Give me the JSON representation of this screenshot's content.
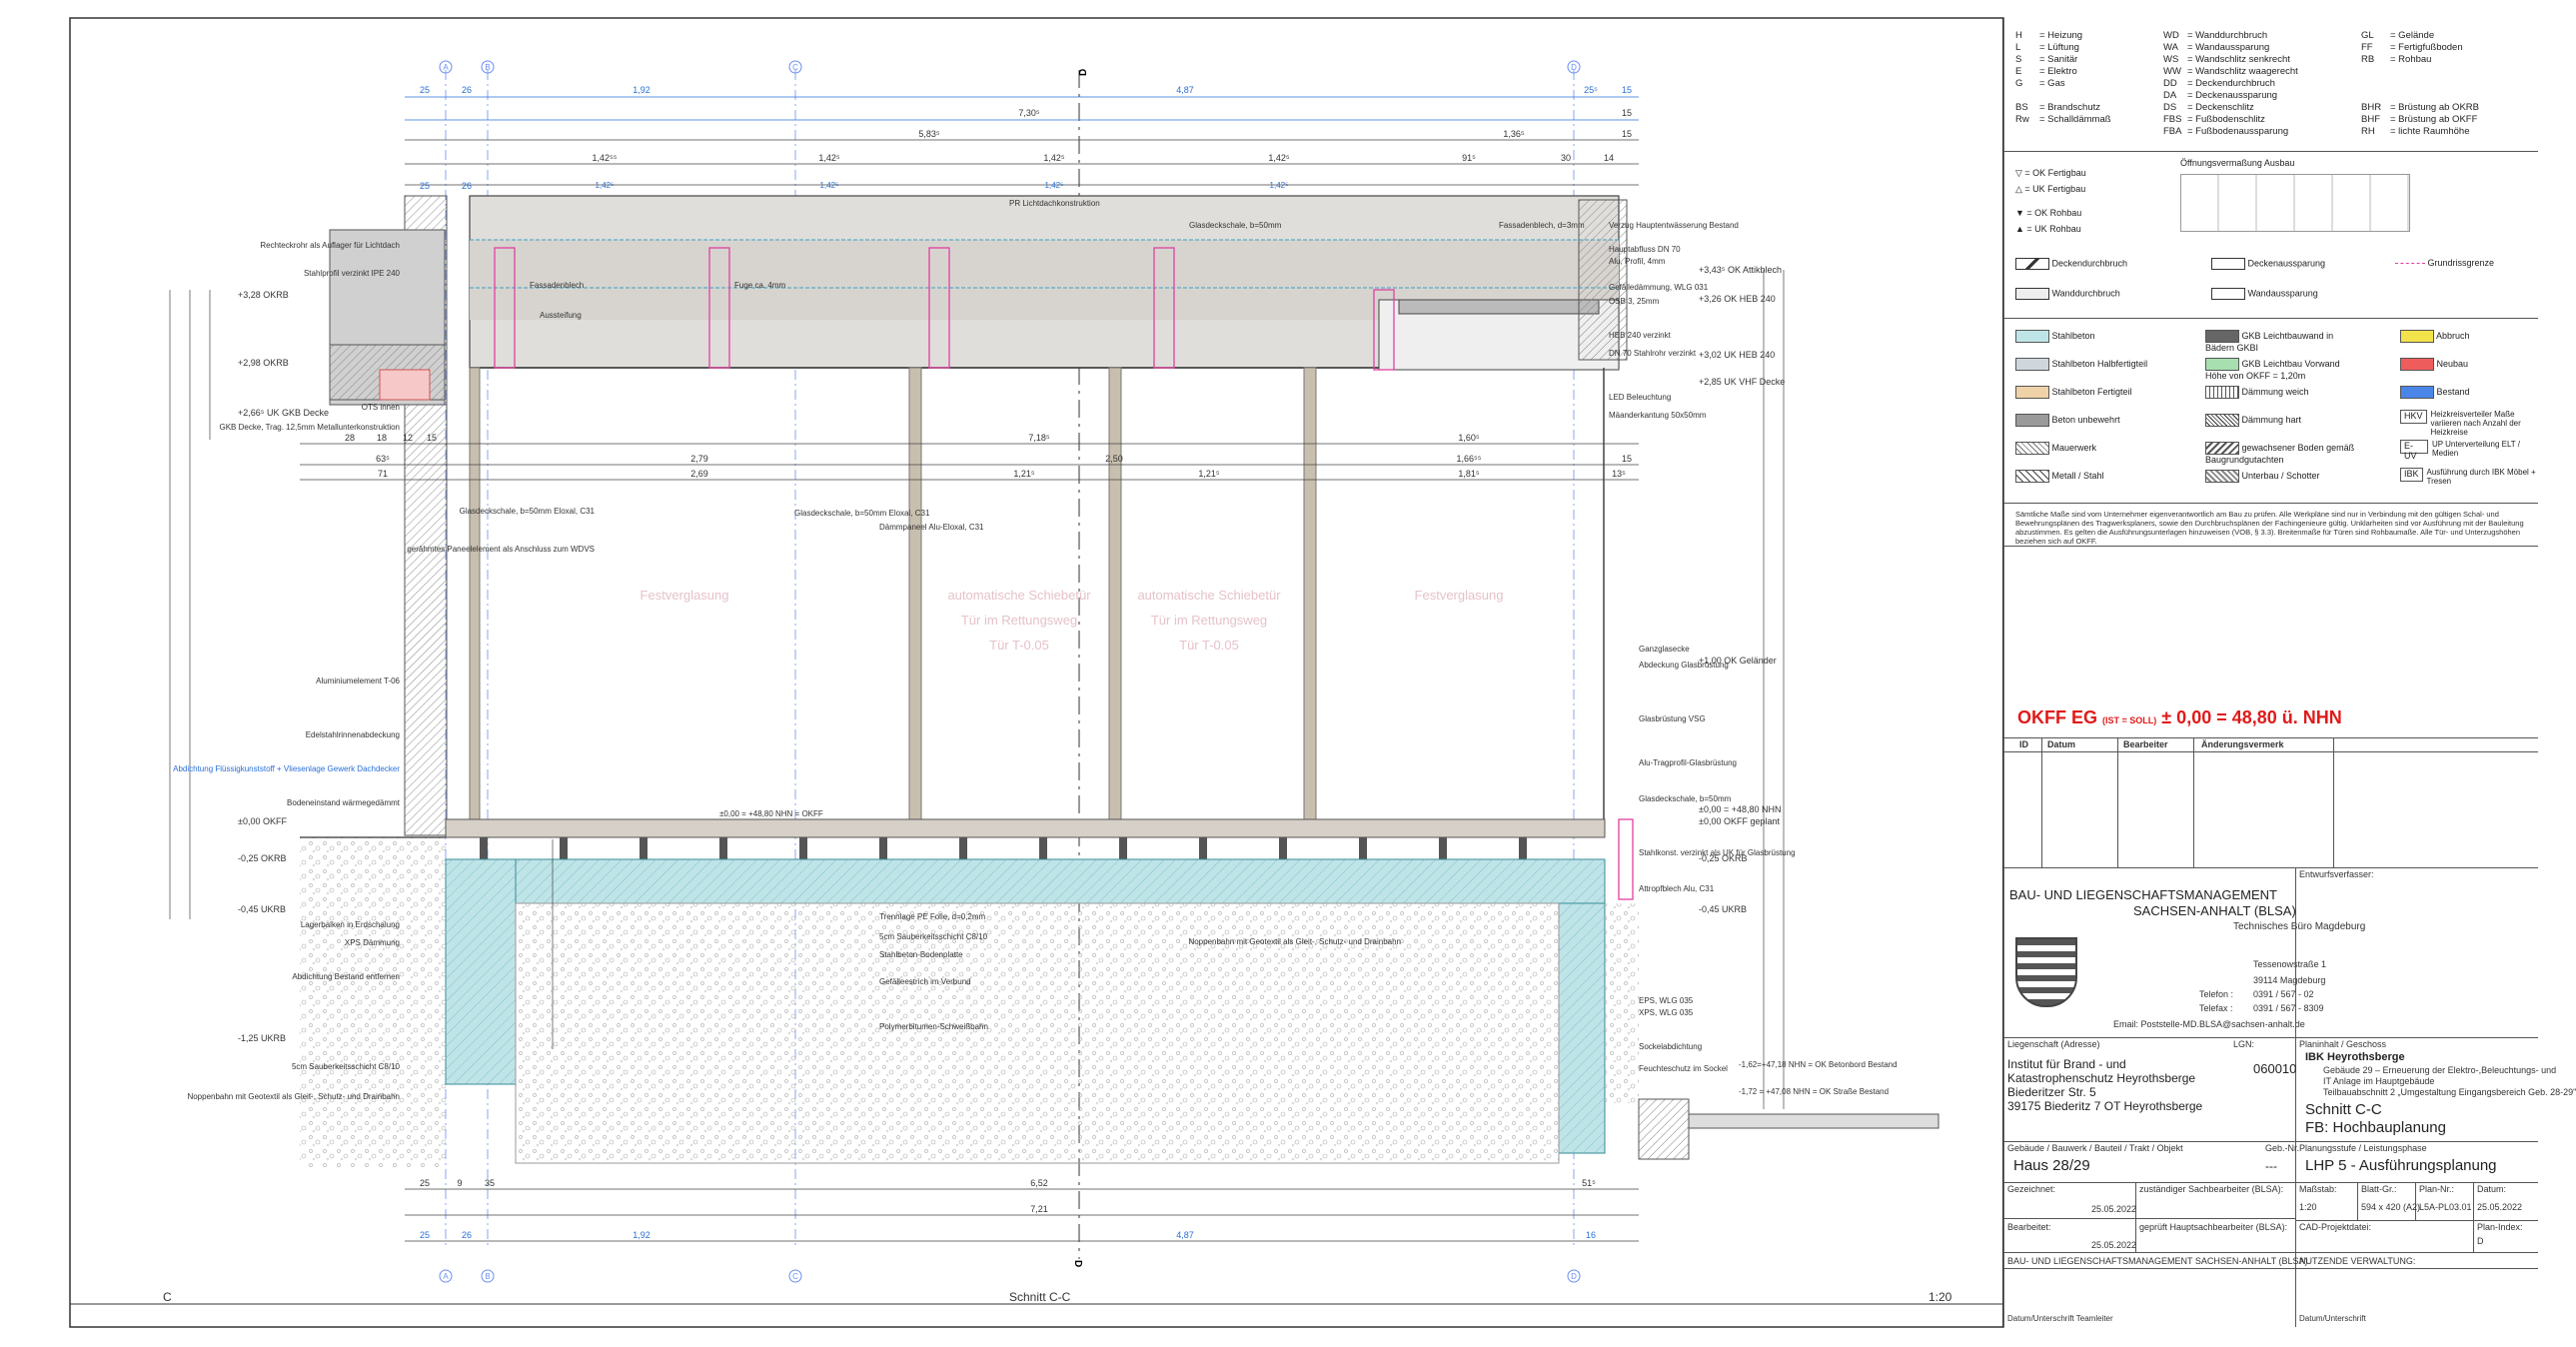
{
  "drawing": {
    "axes_top": [
      "A",
      "B",
      "C",
      "D",
      "D"
    ],
    "section_marker": "D",
    "dims_row1": [
      "25",
      "26",
      "1,92",
      "4,87",
      "25⁵",
      "15"
    ],
    "dims_row2": [
      "7,30⁵",
      "15"
    ],
    "dims_row3": [
      "5,83⁵",
      "1,36⁵",
      "15"
    ],
    "dims_row4": [
      "1,42⁵⁵",
      "1,42⁵",
      "1,42⁵",
      "1,42⁵",
      "91⁵",
      "30",
      "14"
    ],
    "dims_row5": [
      "1,42⁵",
      "1,42⁵",
      "1,42⁵",
      "1,42⁵"
    ],
    "dims_mid1": [
      "28",
      "18",
      "12",
      "15",
      "7,18⁵",
      "1,60⁵"
    ],
    "dims_mid2": [
      "63⁵",
      "2,79",
      "2,50",
      "1,66⁵⁵",
      "15"
    ],
    "dims_mid3": [
      "71",
      "2,69",
      "1,21⁵",
      "1,21⁵",
      "1,81⁵",
      "13⁵"
    ],
    "dims_bottom1": [
      "25",
      "9",
      "35",
      "6,52",
      "51⁵"
    ],
    "dims_bottom2": [
      "7,21"
    ],
    "dims_bottom3": [
      "25",
      "26",
      "1,92",
      "4,87",
      "16"
    ],
    "levels_left": [
      "+3,28 OKRB",
      "+2,98 OKRB",
      "+2,66⁵ UK GKB Decke",
      "±0,00 OKFF",
      "-0,25 OKRB",
      "-0,45 UKRB",
      "-1,25 UKRB"
    ],
    "levels_right": [
      "+3,43⁵ OK Attikblech",
      "+3,26 OK HEB 240",
      "+3,02 UK HEB 240",
      "+2,85 UK VHF Decke",
      "+1,00 OK Geländer",
      "±0,00 = +48,80 NHN",
      "±0,00 OKFF geplant",
      "-0,25 OKRB",
      "-0,45 UKRB",
      "-1,62=+47,18 NHN = OK Betonbord Bestand",
      "-1,72 = +47,08 NHN = OK Straße Bestand"
    ],
    "glazing": [
      "Festverglasung",
      "automatische Schiebetür",
      "Tür im Rettungsweg",
      "Tür T-0.05",
      "automatische Schiebetür",
      "Tür im Rettungsweg",
      "Tür T-0.05",
      "Festverglasung"
    ],
    "notes_left": [
      "Rechteckrohr als Auflager für Lichtdach",
      "Stahlprofil verzinkt IPE 240",
      "GKB Decke, Trag. 12,5mm Metallunterkonstruktion",
      "OTS innen",
      "Glasdeckschale, b=50mm Eloxal, C31",
      "gerähmtes Paneelelement als Anschluss zum WDVS",
      "Aluminiumelement T-06",
      "Edelstahlrinnenabdeckung",
      "Abdichtung Flüssigkunststoff + Vliesenlage Gewerk Dachdecker",
      "Bodeneinstand wärmegedämmt",
      "Lagerbalken in Erdschalung",
      "XPS Dämmung",
      "Abdichtung Bestand entfernen",
      "5cm Sauberkeitsschicht C8/10",
      "Noppenbahn mit Geotextil als Gleit-, Schutz- und Drainbahn"
    ],
    "notes_center": [
      "PR Lichtdachkonstruktion",
      "Glasdeckschale, b=50mm",
      "Fassadenblech",
      "Aussteifung",
      "Fuge ca. 4mm",
      "Glasdeckschale, b=50mm Eloxal, C31",
      "Dämmpaneel Alu-Eloxal, C31",
      "Trennlage PE Folie, d=0,2mm",
      "5cm Sauberkeitsschicht C8/10",
      "Stahlbeton-Bodenplatte",
      "Gefälleestrich im Verbund",
      "Polymerbitumen-Schweißbahn"
    ],
    "notes_right": [
      "Verzug Hauptentwässerung Bestand",
      "Fassadenblech, d=3mm",
      "Hauptabfluss DN 70",
      "Alu, Profil, 4mm",
      "Gefälledämmung, WLG 031",
      "OSB 3, 25mm",
      "HEB 240 verzinkt",
      "DN 70 Stahlrohr verzinkt",
      "LED Beleuchtung",
      "Mäanderkantung 50x50mm",
      "Ganzglasecke",
      "Abdeckung Glasbrüstung",
      "Glasbrüstung VSG",
      "Alu-Tragprofil-Glasbrüstung",
      "Glasdeckschale, b=50mm",
      "Stahlkonst. verzinkt als UK für Glasbrüstung",
      "Attropfblech Alu, C31",
      "Noppenbahn mit Geotextil als Gleit-, Schutz- und Drainbahn",
      "EPS, WLG 035",
      "XPS, WLG 035",
      "Sockelabdichtung",
      "Feuchteschutz im Sockel"
    ],
    "okff_mid": "±0,00 = +48,80 NHN = OKFF",
    "bottom_left": "C",
    "bottom_title": "Schnitt C-C",
    "bottom_scale": "1:20"
  },
  "legend": {
    "abbr": [
      [
        "H",
        "= Heizung",
        "WD",
        "= Wanddurchbruch",
        "GL",
        "= Gelände"
      ],
      [
        "L",
        "= Lüftung",
        "WA",
        "= Wandaussparung",
        "FF",
        "= Fertigfußboden"
      ],
      [
        "S",
        "= Sanitär",
        "WS",
        "= Wandschlitz senkrecht",
        "RB",
        "= Rohbau"
      ],
      [
        "E",
        "= Elektro",
        "WW",
        "= Wandschlitz waagerecht",
        "",
        ""
      ],
      [
        "G",
        "= Gas",
        "DD",
        "= Deckendurchbruch",
        "",
        ""
      ],
      [
        "",
        "",
        "DA",
        "= Deckenaussparung",
        "",
        ""
      ],
      [
        "BS",
        "= Brandschutz",
        "DS",
        "= Deckenschlitz",
        "BHR",
        "= Brüstung ab OKRB"
      ],
      [
        "Rw",
        "= Schalldämmaß",
        "FBS",
        "= Fußbodenschlitz",
        "BHF",
        "= Brüstung ab OKFF"
      ],
      [
        "",
        "",
        "FBA",
        "= Fußbodenaussparung",
        "RH",
        "= lichte Raumhöhe"
      ]
    ],
    "symbols": [
      "= OK Fertigbau",
      "= UK Fertigbau",
      "= OK Rohbau",
      "= UK Rohbau",
      "Deckendurchbruch",
      "Wanddurchbruch",
      "Deckenaussparung",
      "Wandaussparung",
      "Grundrissgrenze"
    ],
    "openings_title": "Öffnungsvermaßung Ausbau",
    "materials": [
      [
        "Stahlbeton",
        "GKB Leichtbauwand in Bädern GKBI",
        "Abbruch"
      ],
      [
        "Stahlbeton Halbfertigteil",
        "GKB Leichtbau Vorwand Höhe von OKFF = 1,20m",
        "Neubau"
      ],
      [
        "Stahlbeton Fertigteil",
        "Dämmung weich",
        "Bestand"
      ],
      [
        "Beton unbewehrt",
        "Dämmung hart",
        "Heizkreisverteiler Maße variieren nach Anzahl der Heizkreise"
      ],
      [
        "Mauerwerk",
        "gewachsener Boden gemäß Baugrundgutachten",
        "UP Unterverteilung ELT / Medien"
      ],
      [
        "Metall / Stahl",
        "Unterbau / Schotter",
        "Ausführung durch IBK Möbel + Tresen"
      ]
    ],
    "mat_codes": [
      "HKV",
      "E-UV",
      "IBK"
    ],
    "note": "Sämtliche Maße sind vom Unternehmer eigenverantwortlich am Bau zu prüfen. Alle Werkpläne sind nur in Verbindung mit den gültigen Schal- und Bewehrungsplänen des Tragwerksplaners, sowie den Durchbruchsplänen der Fachingenieure gültig. Unklarheiten sind vor Ausführung mit der Bauleitung abzustimmen. Es gelten die Ausführungsunterlagen hinzuweisen (VOB, § 3.3). Breitenmaße für Türen sind Rohbaumaße. Alle Tür- und Unterzugshöhen beziehen sich auf OKFF."
  },
  "okff": {
    "main": "OKFF EG",
    "sub": "(IST = SOLL)",
    "value": "± 0,00 = 48,80 ü. NHN"
  },
  "revision": {
    "cols": [
      "ID",
      "Datum",
      "Bearbeiter",
      "Änderungsvermerk"
    ]
  },
  "org": {
    "name1": "BAU- UND LIEGENSCHAFTSMANAGEMENT",
    "name2": "SACHSEN-ANHALT (BLSA)",
    "office": "Technisches Büro Magdeburg",
    "street": "Tessenowstraße 1",
    "city": "39114 Magdeburg",
    "tel_label": "Telefon :",
    "tel": "0391 / 567 - 02",
    "fax_label": "Telefax :",
    "fax": "0391 / 567 - 8309",
    "email": "Email: Poststelle-MD.BLSA@sachsen-anhalt.de",
    "entwurf_label": "Entwurfsverfasser:"
  },
  "owner": {
    "label": "Liegenschaft (Adresse)",
    "lgn_label": "LGN:",
    "lgn": "060010",
    "name1": "Institut für Brand - und",
    "name2": "Katastrophenschutz Heyrothsberge",
    "street": "Biederitzer Str. 5",
    "city": "39175 Biederitz 7 OT Heyrothsberge",
    "building_label": "Gebäude / Bauwerk / Bauteil / Trakt / Objekt",
    "geb_label": "Geb.-Nr.",
    "building": "Haus 28/29",
    "geb": "---"
  },
  "project": {
    "label": "Planinhalt / Geschoss",
    "title": "IBK Heyrothsberge",
    "desc1": "Gebäude 29 – Erneuerung der Elektro-,Beleuchtungs- und",
    "desc2": "IT Anlage im Hauptgebäude",
    "desc3": "Teilbauabschnitt 2 „Umgestaltung Eingangsbereich Geb. 28-29\"",
    "section": "Schnitt C-C",
    "fb": "FB: Hochbauplanung",
    "phase_label": "Planungsstufe / Leistungsphase",
    "phase": "LHP 5 - Ausführungsplanung"
  },
  "meta": {
    "gezeichnet_label": "Gezeichnet:",
    "gezeichnet": "25.05.2022",
    "bearbeitet_label": "Bearbeitet:",
    "bearbeitet": "25.05.2022",
    "sach1": "zuständiger Sachbearbeiter (BLSA):",
    "sach2": "geprüft Hauptsachbearbeiter (BLSA):",
    "massstab_label": "Maßstab:",
    "massstab": "1:20",
    "blatt_label": "Blatt-Gr.:",
    "blatt": "594 x 420 (A2)",
    "plannr_label": "Plan-Nr.:",
    "plannr": "L5A-PL03.01",
    "datum_label": "Datum:",
    "datum": "25.05.2022",
    "cad_label": "CAD-Projektdatei:",
    "index_label": "Plan-Index:",
    "index": "D",
    "footer_left": "BAU- UND LIEGENSCHAFTSMANAGEMENT SACHSEN-ANHALT (BLSA)",
    "footer_right": "NUTZENDE VERWALTUNG:",
    "sign_left": "Datum/Unterschrift Teamleiter",
    "sign_right": "Datum/Unterschrift"
  },
  "colors": {
    "accent_red": "#e01a1a",
    "dim_blue": "#2a6fd6",
    "magenta": "#e040a0",
    "concrete": "#bfe4e8",
    "glass_text": "#e8c8cf"
  }
}
